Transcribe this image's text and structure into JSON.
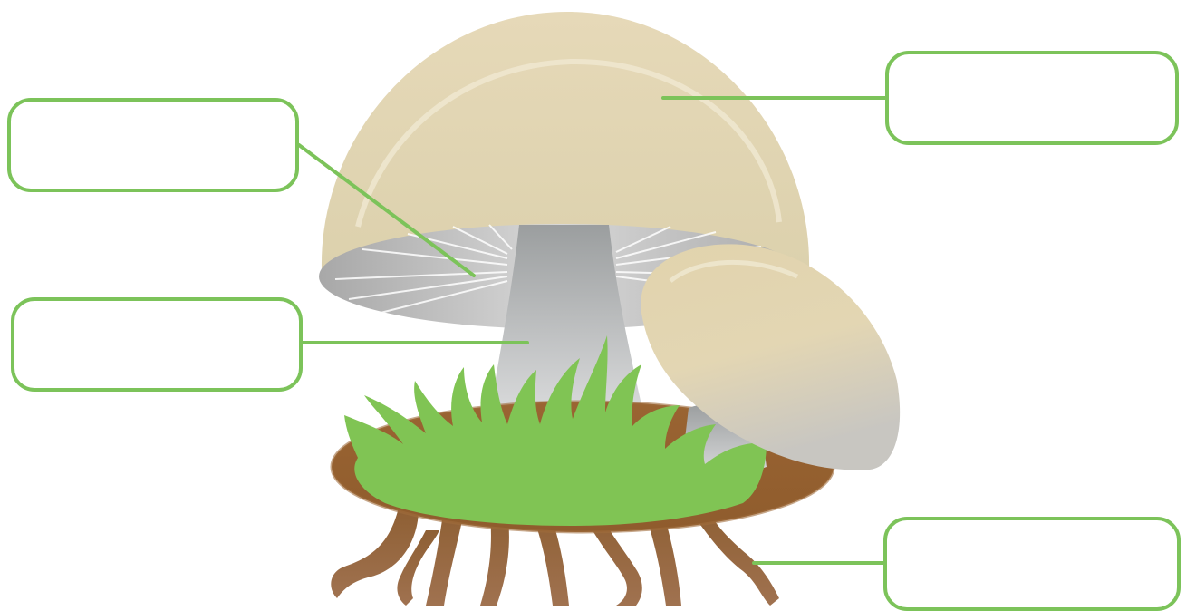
{
  "diagram": {
    "subject": "mushroom",
    "labels": [
      {
        "id": "gills",
        "text": ""
      },
      {
        "id": "stem",
        "text": ""
      },
      {
        "id": "cap",
        "text": ""
      },
      {
        "id": "roots",
        "text": ""
      }
    ]
  },
  "colors": {
    "leader_line": "#7cc35a",
    "cap_top": "#e6d9b8",
    "cap_bottom": "#ddd0a6",
    "gills": "#9c9c9c",
    "stem": "#a2a5a6",
    "grass": "#80c454",
    "soil": "#9a6432",
    "roots": "#9a6432"
  }
}
